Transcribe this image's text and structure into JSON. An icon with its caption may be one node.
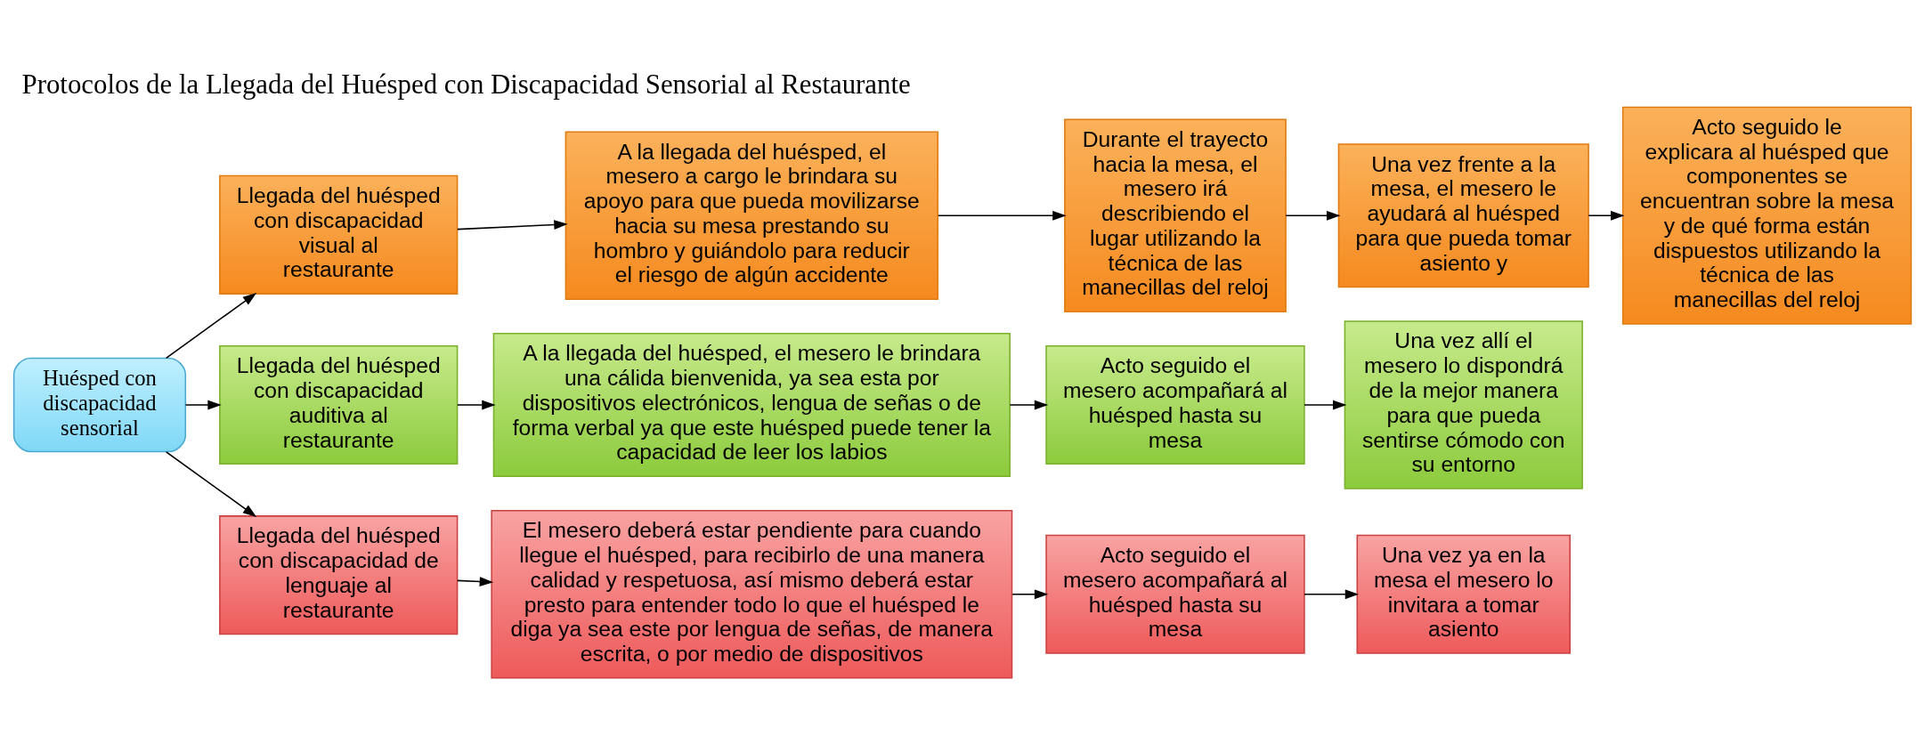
{
  "diagram": {
    "title": "Protocolos de la Llegada del Huésped con Discapacidad Sensorial al Restaurante",
    "nodes": [
      {
        "text": [
          "Huésped con discapacidad sensorial"
        ]
      },
      {
        "text": [
          "Llegada del huésped con discapacidad visual al restaurante"
        ]
      },
      {
        "text": [
          "A la llegada del huésped, el mesero a cargo le brindara su apoyo para que pueda movilizarse hacia su mesa prestando su hombro y guiándolo para reducir el riesgo de algún accidente"
        ]
      },
      {
        "text": [
          "Durante el trayecto hacia la mesa, el mesero irá describiendo el lugar utilizando la técnica de las manecillas del reloj"
        ]
      },
      {
        "text": [
          "Una vez frente a la mesa, el mesero le ayudará al huésped para que pueda tomar asiento y"
        ]
      },
      {
        "text": [
          "Acto seguido le explicara al huésped que componentes se encuentran sobre la mesa y de qué forma están dispuestos utilizando la técnica de las manecillas del reloj"
        ]
      },
      {
        "text": [
          "Llegada del huésped con discapacidad auditiva al restaurante"
        ]
      },
      {
        "text": [
          "A la llegada del huésped, el mesero le brindara una cálida bienvenida, ya sea esta por dispositivos electrónicos, lengua de señas o de forma verbal ya que este huésped puede tener la capacidad de leer los labios"
        ]
      },
      {
        "text": [
          "Acto seguido el mesero acompañará al huésped hasta su mesa"
        ]
      },
      {
        "text": [
          "Una vez allí el mesero lo dispondrá de la mejor manera para que pueda sentirse cómodo con su entorno"
        ]
      },
      {
        "text": [
          "Llegada del huésped con discapacidad de lenguaje al restaurante"
        ]
      },
      {
        "text": [
          "El mesero deberá estar pendiente para cuando llegue el huésped, para recibirlo de una manera calidad y respetuosa, así mismo deberá estar presto para entender todo lo que el huésped le diga ya sea este por lengua de señas, de manera escrita, o por medio de dispositivos"
        ]
      },
      {
        "text": [
          "Acto seguido el mesero acompañará al huésped hasta su mesa"
        ]
      },
      {
        "text": [
          "Una vez ya en la mesa el mesero lo invitara a tomar asiento"
        ]
      }
    ],
    "edges": [
      {
        "from": 0,
        "to": 1,
        "arrow": "to"
      },
      {
        "from": 0,
        "to": 6,
        "arrow": "to"
      },
      {
        "from": 0,
        "to": 10,
        "arrow": "to"
      },
      {
        "from": 1,
        "to": 2,
        "arrow": "to"
      },
      {
        "from": 2,
        "to": 3,
        "arrow": "to"
      },
      {
        "from": 3,
        "to": 4,
        "arrow": "to"
      },
      {
        "from": 4,
        "to": 5,
        "arrow": "to"
      },
      {
        "from": 6,
        "to": 7,
        "arrow": "to"
      },
      {
        "from": 7,
        "to": 8,
        "arrow": "to"
      },
      {
        "from": 8,
        "to": 9,
        "arrow": "to"
      },
      {
        "from": 10,
        "to": 11,
        "arrow": "to"
      },
      {
        "from": 11,
        "to": 12,
        "arrow": "to"
      },
      {
        "from": 12,
        "to": 13,
        "arrow": "to"
      }
    ]
  }
}
